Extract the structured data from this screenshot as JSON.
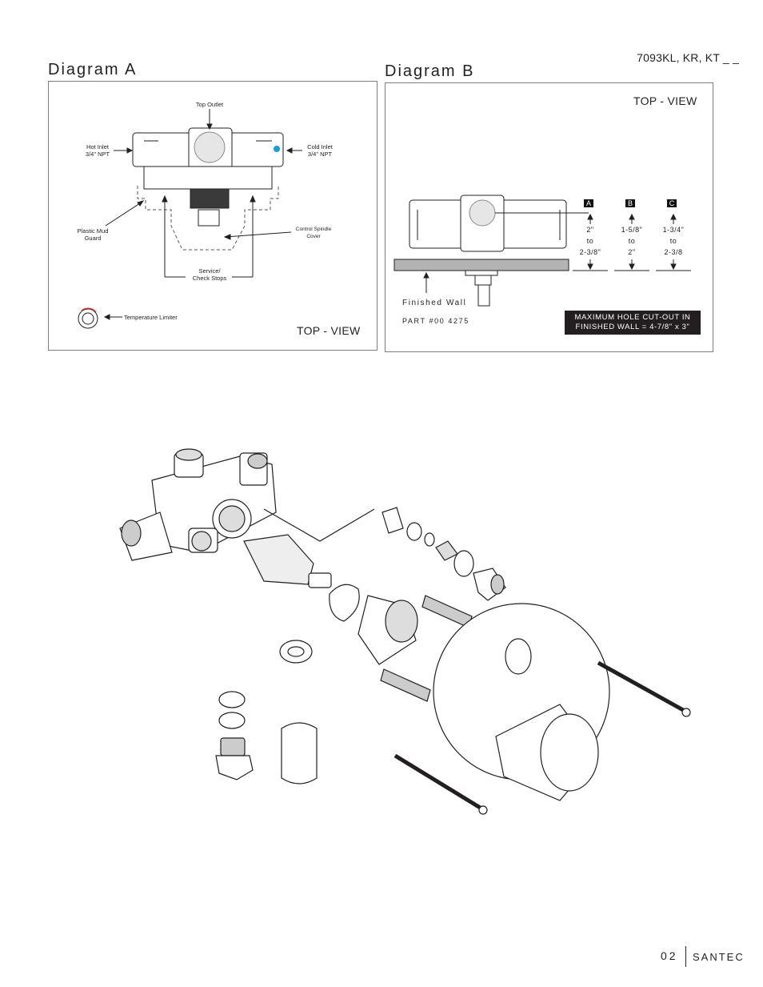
{
  "header": {
    "model": "7093KL, KR, KT _ _"
  },
  "diagram_a": {
    "title": "Diagram A",
    "top_outlet": "Top Outlet",
    "hot_inlet": [
      "Hot Inlet",
      "3/4\" NPT"
    ],
    "cold_inlet": [
      "Cold Inlet",
      "3/4\" NPT"
    ],
    "mud_guard": [
      "Plastic Mud",
      "Guard"
    ],
    "spindle_cover": [
      "Control Spindle",
      "Cover"
    ],
    "service_stops": [
      "Service/",
      "Check Stops"
    ],
    "temp_limiter": "Temperature Limiter",
    "view": "TOP - VIEW",
    "cold_dot_color": "#1b9ad6"
  },
  "diagram_b": {
    "title": "Diagram B",
    "view": "TOP - VIEW",
    "finished_wall": "Finished Wall",
    "part": "PART #00 4275",
    "measurements": [
      {
        "tag": "A",
        "from": "2\"",
        "to_word": "to",
        "to": "2-3/8\""
      },
      {
        "tag": "B",
        "from": "1-5/8\"",
        "to_word": "to",
        "to": "2\""
      },
      {
        "tag": "C",
        "from": "1-3/4\"",
        "to_word": "to",
        "to": "2-3/8"
      }
    ],
    "warning": [
      "MAXIMUM HOLE CUT-OUT IN",
      "FINISHED WALL = 4-7/8\" x  3\""
    ]
  },
  "footer": {
    "page": "02",
    "brand": "SANTEC"
  }
}
